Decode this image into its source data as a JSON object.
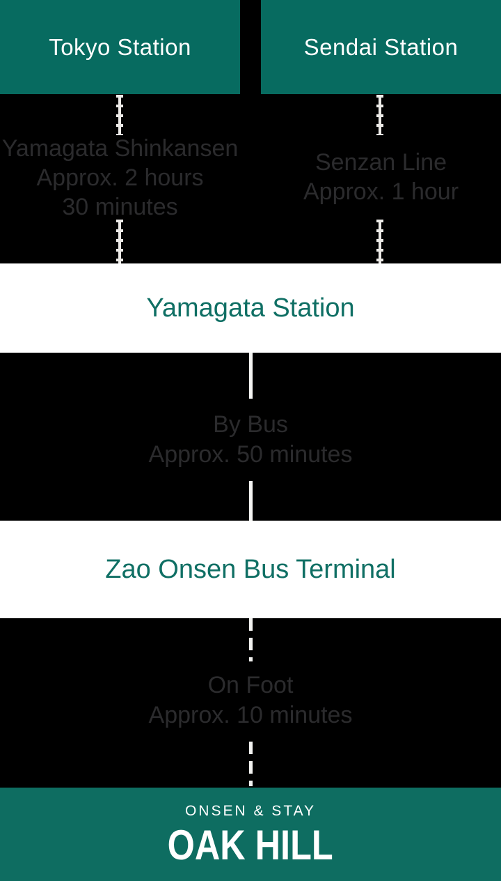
{
  "stations": {
    "tokyo": "Tokyo Station",
    "sendai": "Sendai Station",
    "yamagata": "Yamagata Station",
    "zao": "Zao Onsen Bus Terminal"
  },
  "routes": {
    "left": {
      "lines": [
        "Yamagata Shinkansen",
        "Approx. 2 hours",
        "30 minutes"
      ]
    },
    "right": {
      "lines": [
        "Senzan Line",
        "Approx. 1 hour"
      ]
    },
    "bus": {
      "lines": [
        "By Bus",
        "Approx. 50 minutes"
      ]
    },
    "foot": {
      "lines": [
        "On Foot",
        "Approx. 10 minutes"
      ]
    }
  },
  "footer": {
    "tagline": "ONSEN & STAY",
    "brand": "OAK HILL"
  },
  "colors": {
    "background": "#000000",
    "teal_box": "#076b60",
    "teal_footer": "#0e6d61",
    "teal_text": "#0f6f64",
    "route_text": "#2b2b2d",
    "line_white": "#f4f4f2",
    "rail_white": "#eceae7",
    "band_white": "#ffffff"
  }
}
